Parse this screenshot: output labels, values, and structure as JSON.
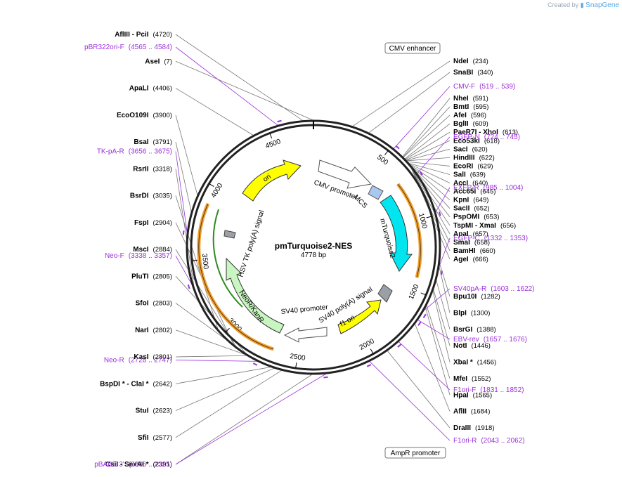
{
  "header": {
    "created_by": "Created by",
    "brand": "SnapGene"
  },
  "plasmid": {
    "name": "pmTurquoise2-NES",
    "length": "4778 bp"
  },
  "ticks": [
    "500",
    "1000",
    "1500",
    "2000",
    "2500",
    "3000",
    "3500",
    "4000",
    "4500"
  ],
  "enzymes_right": [
    {
      "name": "NdeI",
      "pos": "(234)"
    },
    {
      "name": "SnaBI",
      "pos": "(340)"
    },
    {
      "name": "NheI",
      "pos": "(591)"
    },
    {
      "name": "BmtI",
      "pos": "(595)"
    },
    {
      "name": "AfeI",
      "pos": "(596)"
    },
    {
      "name": "BglII",
      "pos": "(609)"
    },
    {
      "name": "PaeR7I  - XhoI",
      "pos": "(613)"
    },
    {
      "name": "Eco53kI",
      "pos": "(618)"
    },
    {
      "name": "SacI",
      "pos": "(620)"
    },
    {
      "name": "HindIII",
      "pos": "(622)"
    },
    {
      "name": "EcoRI",
      "pos": "(629)"
    },
    {
      "name": "SalI",
      "pos": "(639)"
    },
    {
      "name": "AccI",
      "pos": "(640)"
    },
    {
      "name": "Acc65I",
      "pos": "(645)"
    },
    {
      "name": "KpnI",
      "pos": "(649)"
    },
    {
      "name": "SacII",
      "pos": "(652)"
    },
    {
      "name": "PspOMI",
      "pos": "(653)"
    },
    {
      "name": "TspMI  - XmaI",
      "pos": "(656)"
    },
    {
      "name": "ApaI",
      "pos": "(657)"
    },
    {
      "name": "SmaI",
      "pos": "(658)"
    },
    {
      "name": "BamHI",
      "pos": "(660)"
    },
    {
      "name": "AgeI",
      "pos": "(666)"
    },
    {
      "name": "Bpu10I",
      "pos": "(1282)"
    },
    {
      "name": "BlpI",
      "pos": "(1300)"
    },
    {
      "name": "BsrGI",
      "pos": "(1388)"
    },
    {
      "name": "NotI",
      "pos": "(1446)"
    },
    {
      "name": "XbaI *",
      "pos": "(1456)"
    },
    {
      "name": "MfeI",
      "pos": "(1552)"
    },
    {
      "name": "HpaI",
      "pos": "(1565)"
    },
    {
      "name": "AflII",
      "pos": "(1684)"
    },
    {
      "name": "DraIII",
      "pos": "(1918)"
    }
  ],
  "primers_right": [
    {
      "name": "CMV-F",
      "range": "(519 .. 539)"
    },
    {
      "name": "EGFP-N",
      "range": "(724 .. 745)"
    },
    {
      "name": "EXFP-R",
      "range": "(985 .. 1004)"
    },
    {
      "name": "EGFP-C",
      "range": "(1332 .. 1353)"
    },
    {
      "name": "SV40pA-R",
      "range": "(1603 .. 1622)"
    },
    {
      "name": "EBV-rev",
      "range": "(1657 .. 1676)"
    },
    {
      "name": "F1ori-F",
      "range": "(1831 .. 1852)"
    },
    {
      "name": "F1ori-R",
      "range": "(2043 .. 2062)"
    }
  ],
  "enzymes_left": [
    {
      "name": "AflIII  - PciI",
      "pos": "(4720)"
    },
    {
      "name": "AseI",
      "pos": "(7)"
    },
    {
      "name": "ApaLI",
      "pos": "(4406)"
    },
    {
      "name": "EcoO109I",
      "pos": "(3900)"
    },
    {
      "name": "BsaI",
      "pos": "(3791)"
    },
    {
      "name": "RsrII",
      "pos": "(3318)"
    },
    {
      "name": "BsrDI",
      "pos": "(3035)"
    },
    {
      "name": "FspI",
      "pos": "(2904)"
    },
    {
      "name": "MscI",
      "pos": "(2884)"
    },
    {
      "name": "PluTI",
      "pos": "(2805)"
    },
    {
      "name": "SfoI",
      "pos": "(2803)"
    },
    {
      "name": "NarI",
      "pos": "(2802)"
    },
    {
      "name": "KasI",
      "pos": "(2801)"
    },
    {
      "name": "BspDI *  - ClaI *",
      "pos": "(2642)"
    },
    {
      "name": "StuI",
      "pos": "(2623)"
    },
    {
      "name": "SfiI",
      "pos": "(2577)"
    },
    {
      "name": "CsiI  - SexAI *",
      "pos": "(2391)"
    }
  ],
  "primers_left": [
    {
      "name": "pBR322ori-F",
      "range": "(4565 .. 4584)"
    },
    {
      "name": "TK-pA-R",
      "range": "(3656 .. 3675)"
    },
    {
      "name": "Neo-F",
      "range": "(3338 .. 3357)"
    },
    {
      "name": "Neo-R",
      "range": "(2728 .. 2747)"
    },
    {
      "name": "pBABE 3'",
      "range": "(2305 .. 2325)"
    }
  ],
  "boxed_labels": {
    "cmv_enhancer": "CMV enhancer",
    "ampr_promoter": "AmpR promoter"
  },
  "features": {
    "cmv_promoter": "CMV promoter",
    "mcs": "MCS",
    "mturquoise2": "mTurquoise2",
    "sv40_polya": "SV40 poly(A) signal",
    "f1_ori": "f1 ori",
    "sv40_promoter": "SV40 promoter",
    "neo_kan": "NeoR/KanR",
    "hsv_tk": "HSV TK poly(A) signal",
    "ori": "ori"
  },
  "colors": {
    "accent_purple": "#9b30d9",
    "ori_yellow": "#ffff00",
    "mturquoise_cyan": "#00e5f0",
    "mcs_blue": "#a9c8ef",
    "neo_green": "#c8f5c0",
    "orange_arc": "#f0a030",
    "grey_box": "#9aa0a6",
    "line_grey": "#777777"
  }
}
